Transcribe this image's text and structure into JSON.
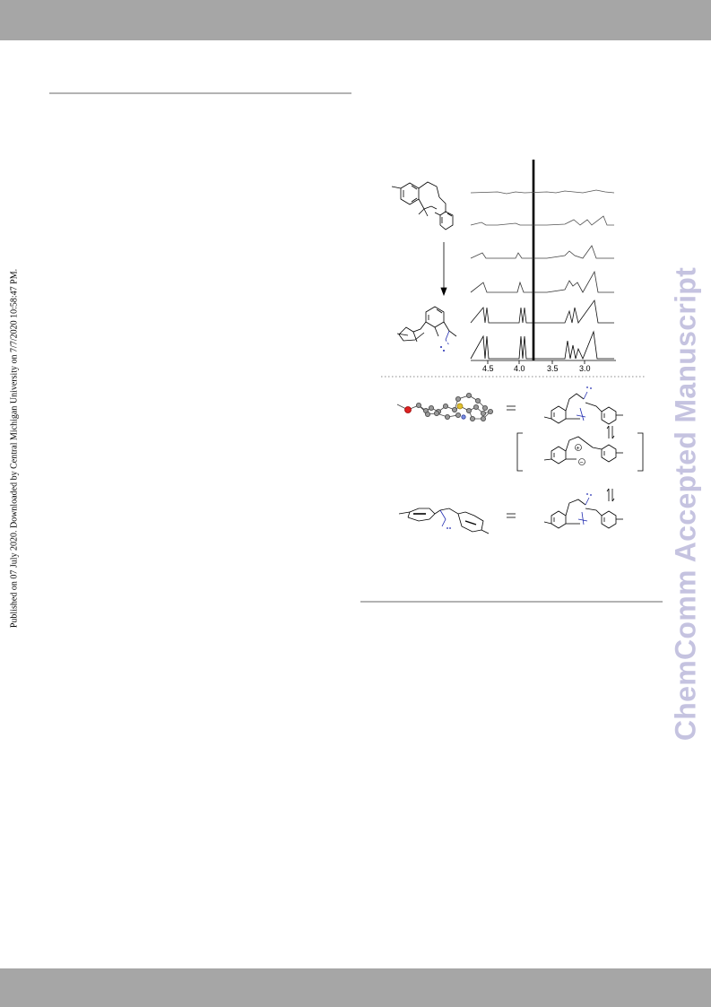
{
  "sidenote": "Published on 07 July 2020. Downloaded by Central Michigan University on 7/7/2020 10:58:47 PM.",
  "watermark": "ChemComm Accepted Manuscript",
  "figure": {
    "nmr_axis_ticks": [
      "4.5",
      "4.0",
      "3.5",
      "3.0"
    ],
    "charges": {
      "plus": "+",
      "minus": "−"
    }
  }
}
